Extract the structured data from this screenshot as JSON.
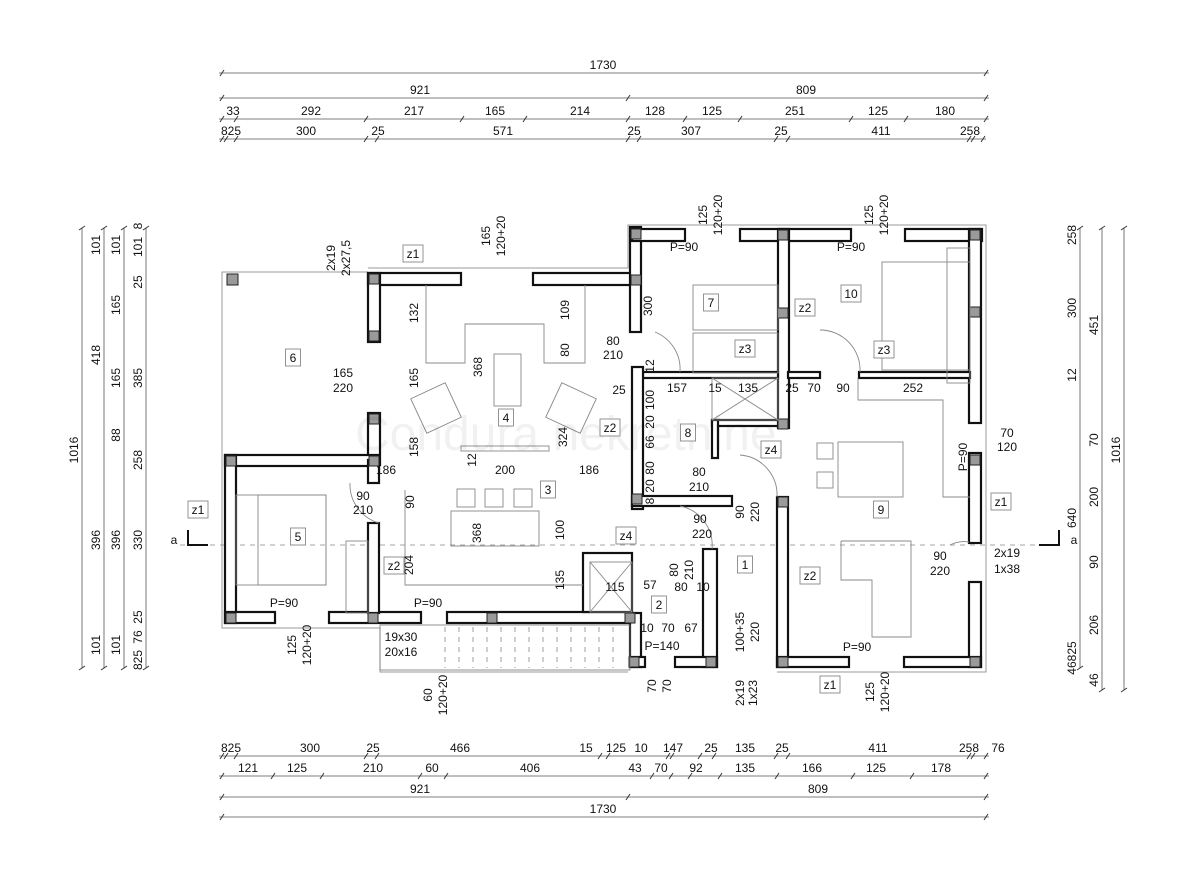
{
  "watermark": "Condura nekretnine",
  "dims": {
    "top": [
      [
        "1730"
      ],
      [
        "921",
        "809"
      ],
      [
        "33",
        "292",
        "217",
        "165",
        "214",
        "128",
        "125",
        "251",
        "125",
        "180"
      ],
      [
        "825",
        "300",
        "25",
        "571",
        "25",
        "307",
        "25",
        "411",
        "258"
      ]
    ],
    "bottom": [
      [
        "825",
        "300",
        "25",
        "466",
        "15",
        "125",
        "10",
        "147",
        "25",
        "135",
        "25",
        "411",
        "258",
        "76"
      ],
      [
        "121",
        "125",
        "210",
        "60",
        "406",
        "43",
        "70",
        "92",
        "135",
        "166",
        "125",
        "178"
      ],
      [
        "921",
        "809"
      ],
      [
        "1730"
      ]
    ],
    "left": [
      [
        "1016"
      ],
      [
        "101",
        "418",
        "396",
        "101"
      ],
      [
        "101",
        "165",
        "165",
        "88",
        "396",
        "101"
      ],
      [
        "8",
        "101",
        "25",
        "385",
        "258",
        "330",
        "25",
        "76",
        "825"
      ]
    ],
    "right": [
      [
        "258",
        "300",
        "12",
        "640",
        "46825"
      ],
      [
        "451",
        "70",
        "200",
        "90",
        "206",
        "46"
      ],
      [
        "1016"
      ]
    ]
  },
  "rooms": [
    "6",
    "4",
    "3",
    "5",
    "7",
    "10",
    "8",
    "9",
    "1",
    "2"
  ],
  "window_tags": [
    "z1",
    "z2",
    "z2",
    "z3",
    "z3",
    "z4",
    "z4",
    "z2",
    "z2",
    "z1",
    "z1",
    "z1"
  ],
  "annotations": [
    "2x19",
    "2x27,5",
    "165",
    "120+20",
    "125",
    "120+20",
    "125",
    "120+20",
    "P=90",
    "P=90",
    "P=90",
    "P=90",
    "P=90",
    "300",
    "132",
    "165",
    "158",
    "368",
    "109",
    "80",
    "324",
    "368",
    "165",
    "220",
    "80",
    "210",
    "25",
    "12",
    "157",
    "15",
    "135",
    "25",
    "70",
    "90",
    "252",
    "100",
    "20",
    "66",
    "80",
    "20",
    "8",
    "80",
    "210",
    "90",
    "220",
    "90",
    "220",
    "186",
    "12",
    "200",
    "186",
    "90",
    "210",
    "90",
    "204",
    "100",
    "135",
    "115",
    "57",
    "80",
    "10",
    "80",
    "210",
    "10",
    "70",
    "67",
    "P=140",
    "100+35",
    "220",
    "70",
    "70",
    "2x19",
    "1x23",
    "125",
    "120+20",
    "125",
    "120+20",
    "60",
    "120+20",
    "19x30",
    "20x16",
    "70",
    "120",
    "P=90",
    "90",
    "220",
    "2x19",
    "1x38",
    "a",
    "a"
  ]
}
